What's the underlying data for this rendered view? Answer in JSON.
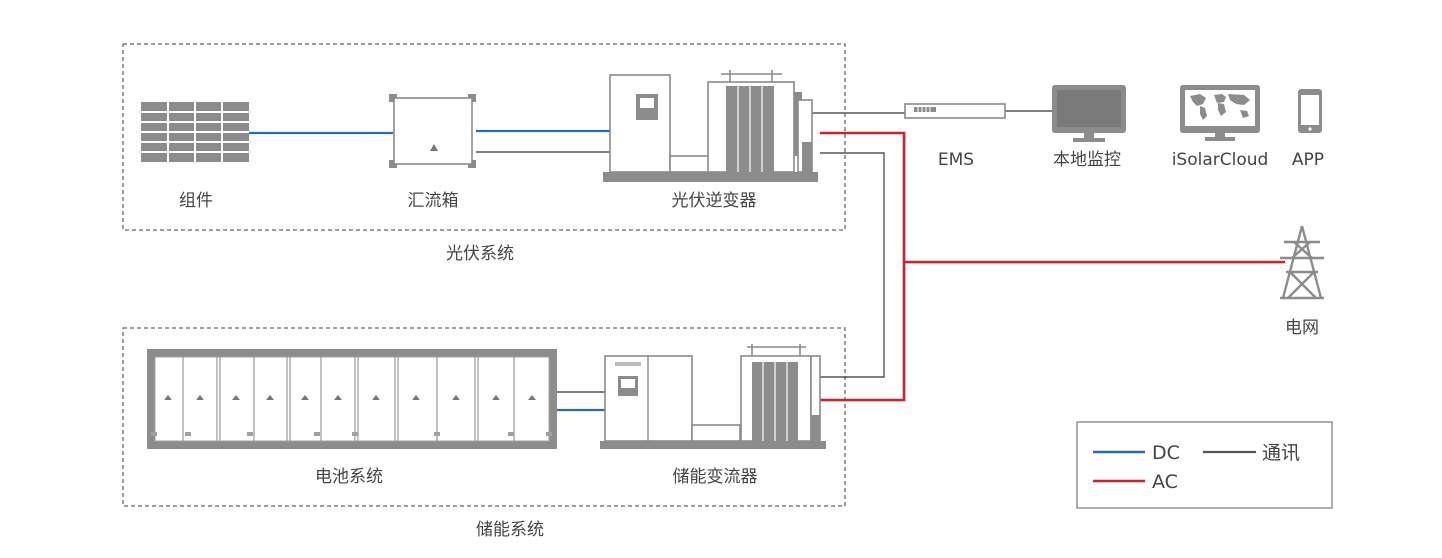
{
  "systems": {
    "pv_system_label": "光伏系统",
    "storage_system_label": "储能系统"
  },
  "components": {
    "pv_module": "组件",
    "combiner_box": "汇流箱",
    "pv_inverter": "光伏逆变器",
    "battery_system": "电池系统",
    "pcs": "储能变流器",
    "ems": "EMS",
    "local_monitor": "本地监控",
    "cloud": "iSolarCloud",
    "app": "APP",
    "grid": "电网"
  },
  "legend": {
    "dc": "DC",
    "ac": "AC",
    "comm": "通讯"
  },
  "colors": {
    "dc": "#2b6cb0",
    "ac": "#d0202a",
    "comm": "#555555",
    "equipment": "#8c8c8c"
  }
}
